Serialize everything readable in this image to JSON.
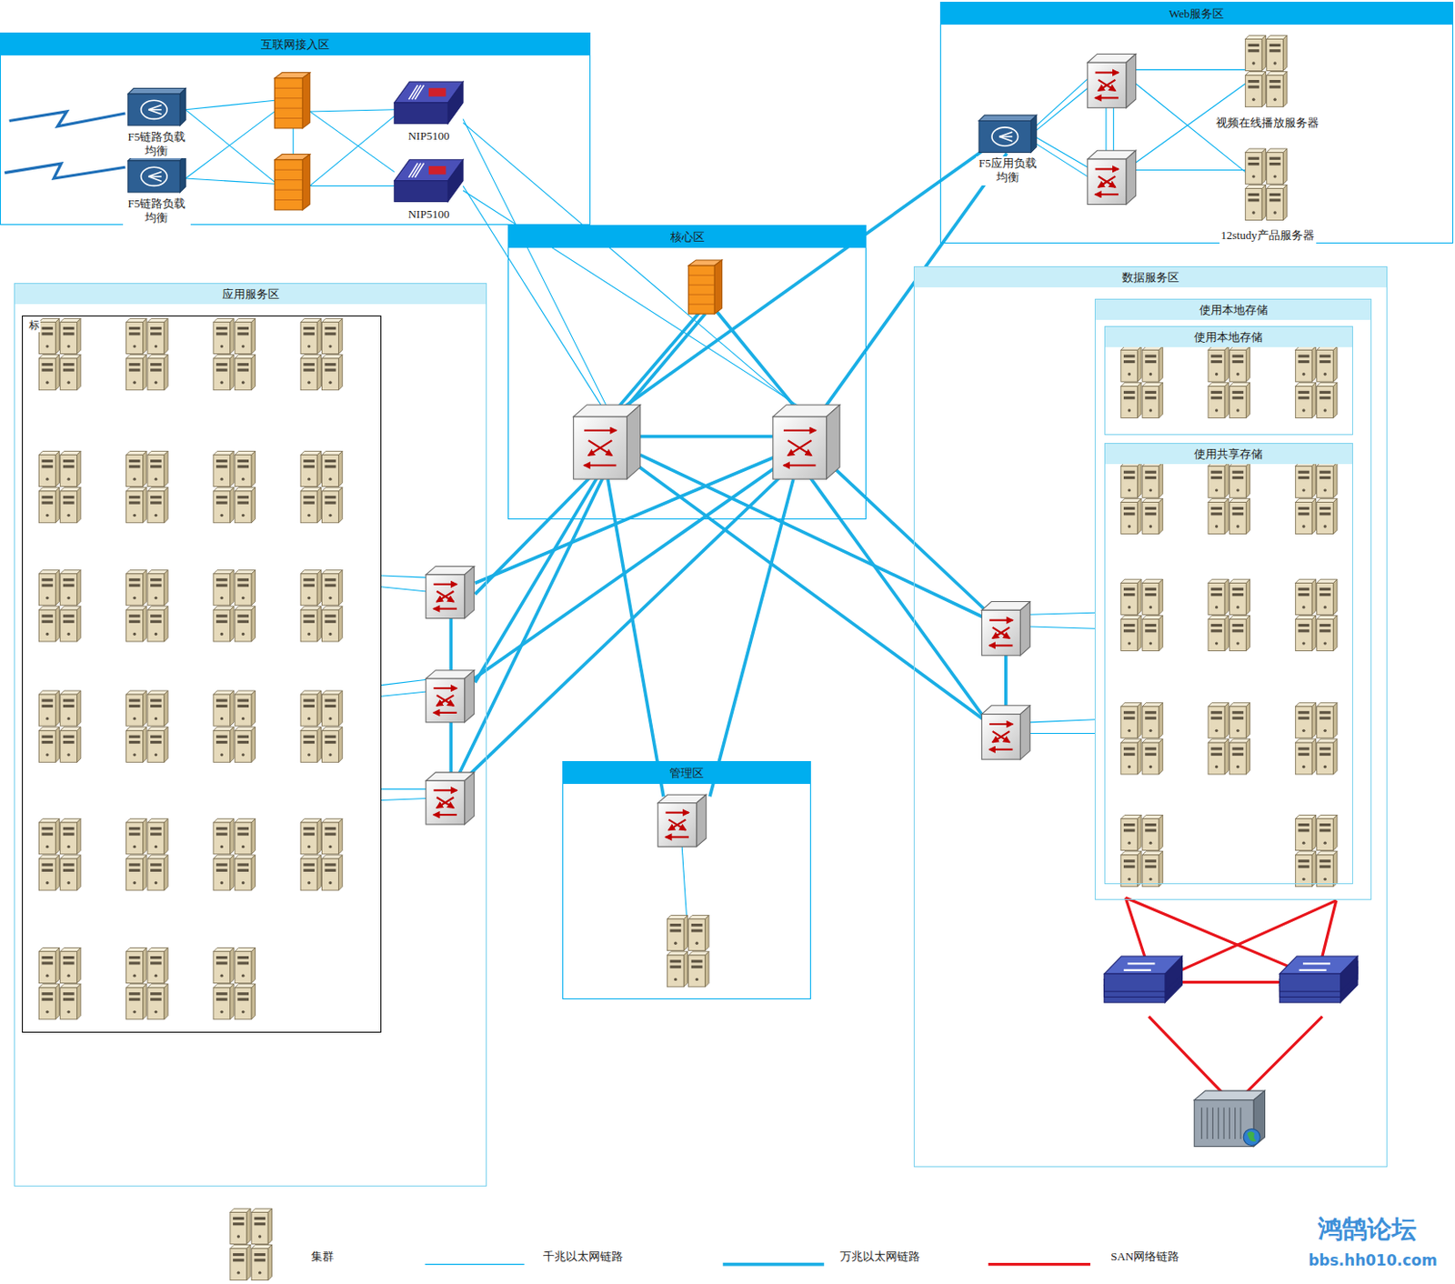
{
  "diagram": {
    "nodes": [
      {
        "text": [
          "互联网接入区"
        ]
      },
      {
        "text": [
          "F5链路负载均衡"
        ],
        "in": 0
      },
      {
        "text": [
          "F5链路负载均衡"
        ],
        "in": 0
      },
      {
        "text": [
          "NIP5100"
        ],
        "in": 0
      },
      {
        "text": [
          "NIP5100"
        ],
        "in": 0
      },
      {
        "text": [
          "Web服务区"
        ]
      },
      {
        "text": [
          "F5应用负载均衡"
        ],
        "in": 5
      },
      {
        "text": [
          "视频在线播放服务器"
        ],
        "in": 5
      },
      {
        "text": [
          "12study产品服务器"
        ],
        "in": 5
      },
      {
        "text": [
          "核心区"
        ]
      },
      {
        "text": [
          "应用服务区"
        ]
      },
      {
        "text": [
          "标"
        ],
        "in": 10
      },
      {
        "text": [
          "数据服务区"
        ]
      },
      {
        "text": [
          "使用本地存储"
        ],
        "in": 12
      },
      {
        "text": [
          "使用本地存储"
        ],
        "in": 13
      },
      {
        "text": [
          "使用共享存储"
        ],
        "in": 13
      },
      {
        "text": [
          "管理区"
        ]
      }
    ],
    "labels": [
      "鸿鹄论坛",
      "bbs.hh010.com"
    ],
    "legend": [
      {
        "text": "集群"
      },
      {
        "text": "千兆以太网链路"
      },
      {
        "text": "万兆以太网链路"
      },
      {
        "text": "SAN网络链路"
      }
    ]
  }
}
